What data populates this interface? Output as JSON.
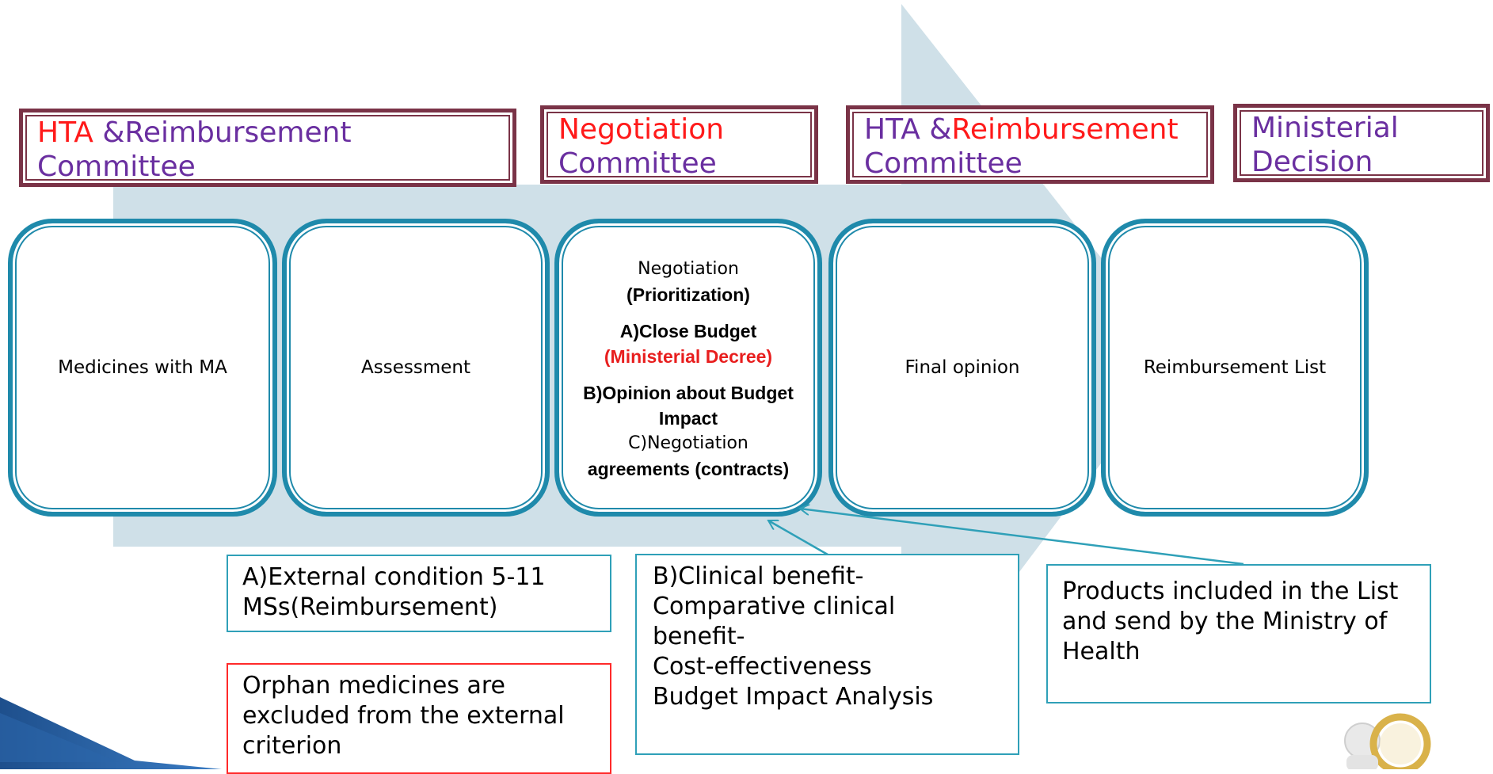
{
  "committees": [
    {
      "red": "HTA ",
      "purple": "&Reimbursement Committee"
    },
    {
      "red": "Negotiation",
      "purple": "Committee"
    },
    {
      "purple_a": "HTA &",
      "red": "Reimbursement",
      "purple_b": "Committee"
    },
    {
      "purple": "Ministerial Decision"
    }
  ],
  "stages": [
    "Medicines with MA",
    "Assessment",
    {
      "line1": "Negotiation",
      "line2": "(Prioritization)",
      "line3": "A)Close Budget",
      "line4": "(Ministerial Decree)",
      "line5": "B)Opinion about Budget",
      "line6": "Impact",
      "line7": "C)Negotiation",
      "line8": "agreements (contracts)"
    },
    "Final opinion",
    "Reimbursement List"
  ],
  "notes": {
    "external": "A)External condition 5-11 MSs(Reimbursement)",
    "orphan": "Orphan medicines are excluded from the external criterion",
    "clinical": [
      "B)Clinical benefit-",
      "Comparative clinical",
      "benefit-",
      "Cost-effectiveness",
      "Budget Impact Analysis"
    ],
    "products": "Products included in the List and send by the Ministry of Health"
  },
  "colors": {
    "arrow": "#cfe0e8",
    "committee_border": "#7a3347",
    "committee_text": "#6a2fa0",
    "highlight_red": "#ff1a1a",
    "stage_border": "#1f8aab",
    "note_blue": "#2fa0b8",
    "note_red": "#ff2a2a",
    "corner_accent": "#1e4f8c"
  }
}
